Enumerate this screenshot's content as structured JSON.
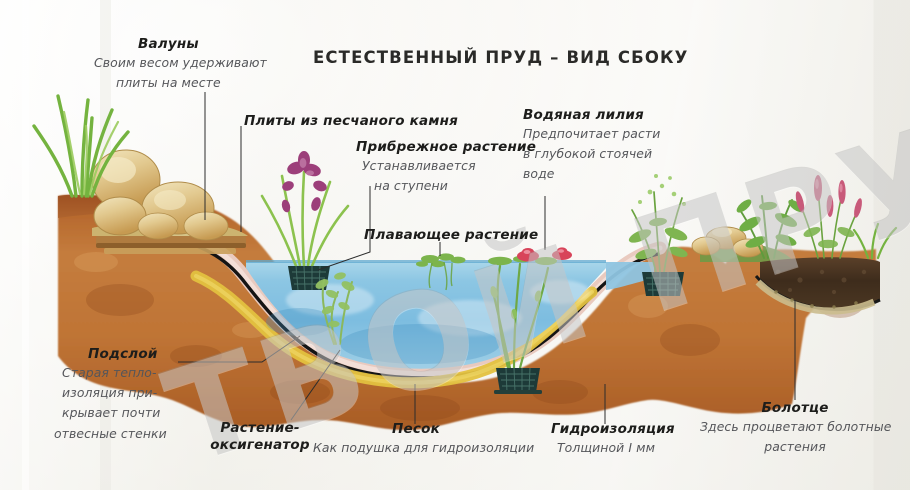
{
  "title": "ЕСТЕСТВЕННЫЙ ПРУД – ВИД СБОКУ",
  "watermark": "ТВОЙ ПРУД",
  "labels": {
    "boulders": {
      "term": "Валуны",
      "desc_1": "Своим весом удерживают",
      "desc_2": "плиты на месте"
    },
    "sandstone_slabs": {
      "term": "Плиты из песчаного камня"
    },
    "marginal_plant": {
      "term": "Прибрежное растение",
      "desc_1": "Устанавливается",
      "desc_2": "на ступени"
    },
    "floating_plant": {
      "term": "Плавающее растение"
    },
    "water_lily": {
      "term": "Водяная лилия",
      "desc_1": "Предпочитает расти",
      "desc_2": "в глубокой стоячей",
      "desc_3": "воде"
    },
    "underlay": {
      "term": "Подслой",
      "desc_1": "Старая тепло-",
      "desc_2": "изоляция при-",
      "desc_3": "крывает почти",
      "desc_4": "отвесные стенки"
    },
    "oxygenator": {
      "term_1": "Растение-",
      "term_2": "оксигенатор"
    },
    "sand": {
      "term": "Песок",
      "desc_1": "Как подушка для гидроизоляции"
    },
    "waterproofing": {
      "term": "Гидроизоляция",
      "desc_1": "Толщиной I мм"
    },
    "bog": {
      "term": "Болотце",
      "desc_1": "Здесь процветают болотные",
      "desc_2": "растения"
    }
  },
  "colors": {
    "paper": "#f4f3ee",
    "water": "#8ec4e0",
    "water_deep": "#6fb3da",
    "soil": "#b4672e",
    "soil_light": "#c98a4e",
    "sand": "#e3c13f",
    "liner": "#1a1a1a",
    "underlay": "#e8c7bd",
    "bog_soil": "#4a3524",
    "foliage": "#7db24a",
    "iris": "#9c3f7a",
    "lily": "#d8445a",
    "heather": "#c85a7a",
    "boulder": "#e6d09a",
    "text": "#1d1d1b",
    "text_muted": "#55565a"
  }
}
